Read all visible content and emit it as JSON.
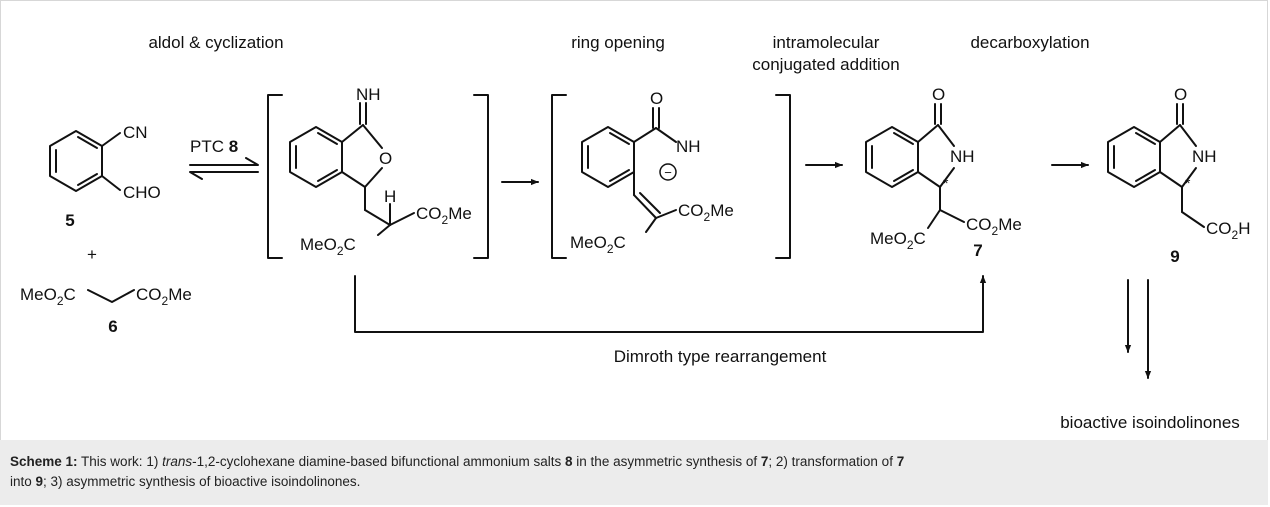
{
  "stages": {
    "aldol": "aldol & cyclization",
    "ring_opening": "ring opening",
    "intramolecular_1": "intramolecular",
    "intramolecular_2": "conjugated addition",
    "decarboxylation": "decarboxylation"
  },
  "reagents": {
    "catalyst_text": "PTC ",
    "catalyst_num": "8",
    "plus": "+"
  },
  "labels": {
    "cn": "CN",
    "cho": "CHO",
    "nh": "NH",
    "o": "O",
    "h": "H",
    "star": "*",
    "minus": "−",
    "co2": "CO",
    "sub2": "2",
    "me": "Me",
    "meo": "MeO",
    "c": "C",
    "h_acid": "H"
  },
  "compounds": {
    "c5": "5",
    "c6": "6",
    "c7": "7",
    "c9": "9"
  },
  "rearrangement": "Dimroth type rearrangement",
  "product": "bioactive isoindolinones",
  "caption": {
    "bold_label": "Scheme 1:",
    "t1": " This work: 1) ",
    "trans": "trans",
    "t2": "-1,2-cyclohexane diamine-based bifunctional ammonium salts ",
    "b8": "8",
    "t3": " in the asymmetric synthesis of ",
    "b7a": "7",
    "t4": "; 2) transformation of ",
    "b7b": "7",
    "t5": " into ",
    "b9": "9",
    "t6": "; 3) asymmetric synthesis of bioactive isoindolinones."
  }
}
